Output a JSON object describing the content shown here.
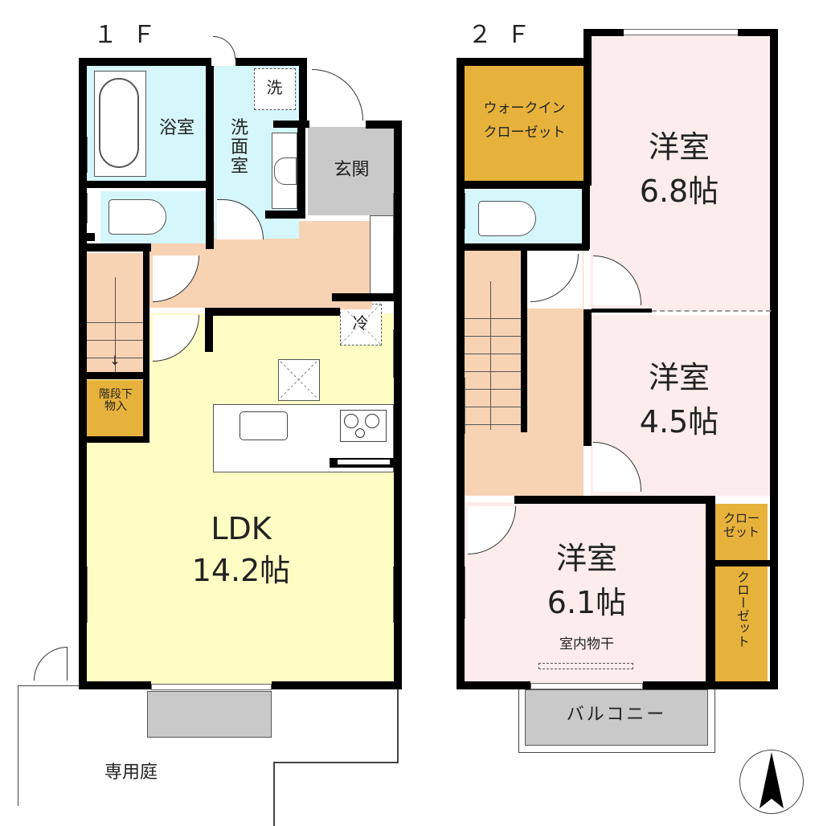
{
  "floors": [
    {
      "label": "１Ｆ",
      "rooms": {
        "bath": "浴室",
        "washroom": "洗\n面\n室",
        "washer": "洗",
        "entrance": "玄関",
        "storage": "階段下\n物入",
        "fridge": "冷",
        "ldk_name": "LDK",
        "ldk_size": "14.2帖",
        "garden": "専用庭"
      }
    },
    {
      "label": "２Ｆ",
      "rooms": {
        "walkin_line1": "ウォークイン",
        "walkin_line2": "クローゼット",
        "room1_name": "洋室",
        "room1_size": "6.8帖",
        "room2_name": "洋室",
        "room2_size": "4.5帖",
        "room3_name": "洋室",
        "room3_size": "6.1帖",
        "indoor_drying": "室内物干",
        "closet_small": "クロー\nゼット",
        "closet_tall": "クローゼット",
        "balcony": "バルコニー"
      }
    }
  ],
  "compass": {
    "direction": "north-icon"
  },
  "colors": {
    "wet_area": "#d5f6fa",
    "hall": "#f8d3b3",
    "ldk": "#fffcc4",
    "bedroom": "#fdecec",
    "closet": "#e7b23b",
    "entrance": "#c9c9c9"
  }
}
